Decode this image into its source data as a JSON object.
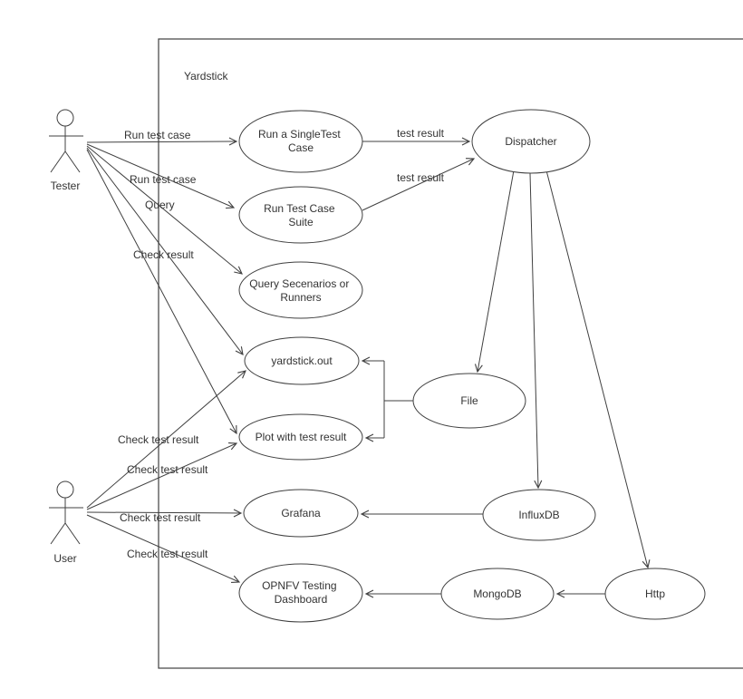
{
  "diagram": {
    "title": "Yardstick",
    "stroke_color": "#404040",
    "background": "#ffffff"
  },
  "actors": {
    "tester": {
      "label": "Tester"
    },
    "user": {
      "label": "User"
    }
  },
  "nodes": {
    "run_single": {
      "line1": "Run a SingleTest",
      "line2": "Case"
    },
    "run_suite": {
      "line1": "Run Test Case",
      "line2": "Suite"
    },
    "query_scenarios": {
      "line1": "Query Secenarios or",
      "line2": "Runners"
    },
    "yardstick_out": {
      "label": "yardstick.out"
    },
    "plot": {
      "label": "Plot with test result"
    },
    "grafana": {
      "label": "Grafana"
    },
    "opnfv": {
      "line1": "OPNFV Testing",
      "line2": "Dashboard"
    },
    "dispatcher": {
      "label": "Dispatcher"
    },
    "file": {
      "label": "File"
    },
    "influxdb": {
      "label": "InfluxDB"
    },
    "mongodb": {
      "label": "MongoDB"
    },
    "http": {
      "label": "Http"
    }
  },
  "edge_labels": {
    "tester_run_single": "Run test case",
    "tester_run_suite": "Run test case",
    "tester_query": "Query",
    "tester_check_result": "Check result",
    "user_yardstick_out": "Check test result",
    "user_plot": "Check test result",
    "user_grafana": "Check test result",
    "user_opnfv": "Check test result",
    "single_to_dispatcher": "test result",
    "suite_to_dispatcher": "test result"
  }
}
